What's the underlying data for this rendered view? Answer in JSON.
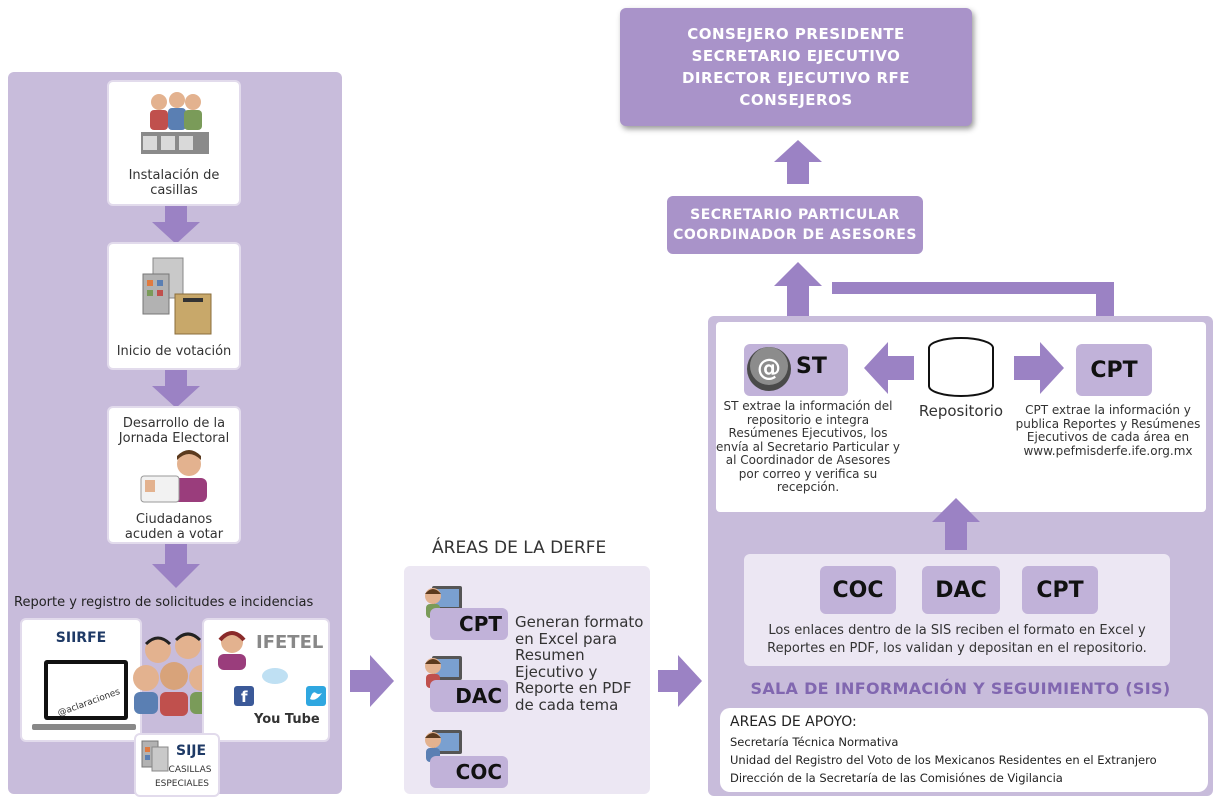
{
  "left_panel": {
    "step1": "Instalación de casillas",
    "step2": "Inicio de votación",
    "step3_line1": "Desarrollo de la",
    "step3_line2": "Jornada Electoral",
    "step3_line3": "Ciudadanos",
    "step3_line4": "acuden a votar",
    "report_title": "Reporte y registro de solicitudes e incidencias",
    "siirfe": "SIIRFE",
    "aclaraciones": "@aclaraciones",
    "ifetel": "IFETEL",
    "youtube": "You Tube",
    "sije": "SIJE",
    "casillas_line1": "CASILLAS",
    "casillas_line2": "ESPECIALES"
  },
  "areas": {
    "title": "ÁREAS DE LA DERFE",
    "cpt": "CPT",
    "dac": "DAC",
    "coc": "COC",
    "desc": "Generan formato en Excel para Resumen Ejecutivo y Reporte en PDF de cada tema"
  },
  "top_box": {
    "line1": "CONSEJERO PRESIDENTE",
    "line2": "SECRETARIO EJECUTIVO",
    "line3": "DIRECTOR EJECUTIVO RFE",
    "line4": "CONSEJEROS"
  },
  "secretario": {
    "line1": "SECRETARIO PARTICULAR",
    "line2": "COORDINADOR DE ASESORES"
  },
  "sis": {
    "st_label": "ST",
    "st_desc": "ST extrae la información del repositorio e integra Resúmenes Ejecutivos, los envía al Secretario Particular y al Coordinador de Asesores por correo y verifica su recepción.",
    "repo_label": "Repositorio",
    "cpt_label": "CPT",
    "cpt_desc": "CPT extrae la información y publica Reportes y Resúmenes Ejecutivos de cada área en www.pefmisderfe.ife.org.mx",
    "coc": "COC",
    "dac": "DAC",
    "cpt2": "CPT",
    "enlaces_line1": "Los enlaces dentro de la SIS reciben el formato en Excel y",
    "enlaces_line2": "Reportes en PDF, los validan y depositan en el repositorio.",
    "title": "SALA DE INFORMACIÓN Y SEGUIMIENTO (SIS)",
    "apoyo_title": "AREAS DE APOYO:",
    "apoyo_1": "Secretaría Técnica Normativa",
    "apoyo_2": "Unidad del Registro del Voto de los Mexicanos Residentes en el Extranjero",
    "apoyo_3": "Dirección de la Secretaría de las Comisiónes de Vigilancia"
  },
  "colors": {
    "panel": "#c8bcdb",
    "arrow": "#9b82c4",
    "label_bg": "#a993c9",
    "title_purple": "#8167b0"
  }
}
